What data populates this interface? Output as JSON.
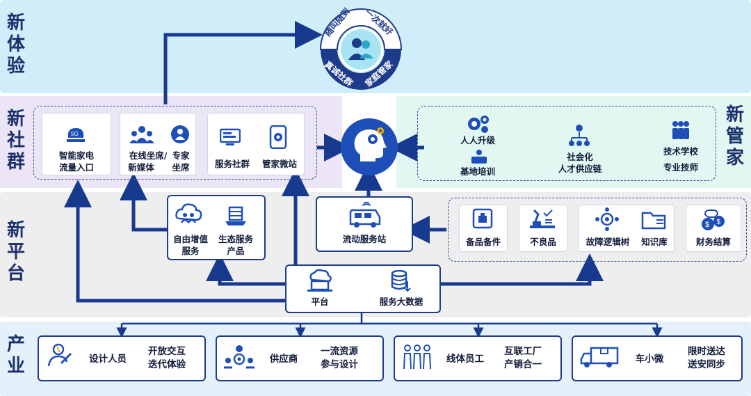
{
  "rows": {
    "experience": [
      "新",
      "体",
      "验"
    ],
    "community": [
      "新",
      "社",
      "群"
    ],
    "platform": [
      "新",
      "平",
      "台"
    ],
    "industry": [
      "产",
      "业"
    ],
    "butler": [
      "新",
      "管",
      "家"
    ]
  },
  "experience_circle": {
    "top_left": "随叫随到",
    "top_right": "一次就好",
    "bottom_left": "真诚社群",
    "bottom_right": "家庭管家"
  },
  "community": {
    "items": [
      {
        "label1": "智能家电",
        "label2": "流量入口",
        "icon": "5g-router-icon"
      },
      {
        "label1": "在线坐席/",
        "label2": "新媒体",
        "icon": "team-icon"
      },
      {
        "label1": "专家",
        "label2": "坐席",
        "icon": "expert-icon"
      },
      {
        "label1": "服务社群",
        "label2": "",
        "icon": "monitor-icon"
      },
      {
        "label1": "管家微站",
        "label2": "",
        "icon": "phone-gear-icon"
      }
    ]
  },
  "butler": {
    "items": [
      {
        "label": "人人升级",
        "icon": "gears-icon"
      },
      {
        "label": "基地培训",
        "icon": "training-icon"
      },
      {
        "label1": "社会化",
        "label2": "人才供应链",
        "icon": "org-chart-icon"
      },
      {
        "label1": "技术学校",
        "label2": "专业技师",
        "icon": "group-icon"
      }
    ]
  },
  "platform": {
    "value_added": {
      "label1": "自由增值",
      "label2": "服务",
      "icon": "cloud-people-icon"
    },
    "eco": {
      "label1": "生态服务",
      "label2": "产品",
      "icon": "cube-icon"
    },
    "mobile_station": {
      "label": "流动服务站",
      "icon": "van-icon"
    },
    "spare": {
      "label": "备品备件",
      "icon": "toolbox-icon"
    },
    "defect": {
      "label": "不良品",
      "icon": "robot-arm-icon"
    },
    "fault": {
      "label": "故障逻辑树",
      "icon": "network-gear-icon"
    },
    "knowledge": {
      "label": "知识库",
      "icon": "folder-icon"
    },
    "settlement": {
      "label": "财务结算",
      "icon": "coins-icon"
    },
    "core": {
      "label": "平台",
      "icon": "cloud-laptop-icon"
    },
    "bigdata": {
      "label": "服务大数据",
      "icon": "database-icon"
    }
  },
  "industry": {
    "items": [
      {
        "role": "设计人员",
        "desc1": "开放交互",
        "desc2": "迭代体验",
        "icon": "designer-icon"
      },
      {
        "role": "供应商",
        "desc1": "一流资源",
        "desc2": "参与设计",
        "icon": "supplier-icon"
      },
      {
        "role": "线体员工",
        "desc1": "互联工厂",
        "desc2": "产销合一",
        "icon": "workers-icon"
      },
      {
        "role": "车小微",
        "desc1": "限时送达",
        "desc2": "送安同步",
        "icon": "truck-icon"
      }
    ]
  },
  "colors": {
    "experience_bg": "#cdeefa",
    "community_bg": "#ece6f5",
    "butler_bg": "#e2f7f2",
    "platform_bg": "#eeeeef",
    "industry_bg": "#e4f0fa",
    "arrow": "#173a8f"
  }
}
